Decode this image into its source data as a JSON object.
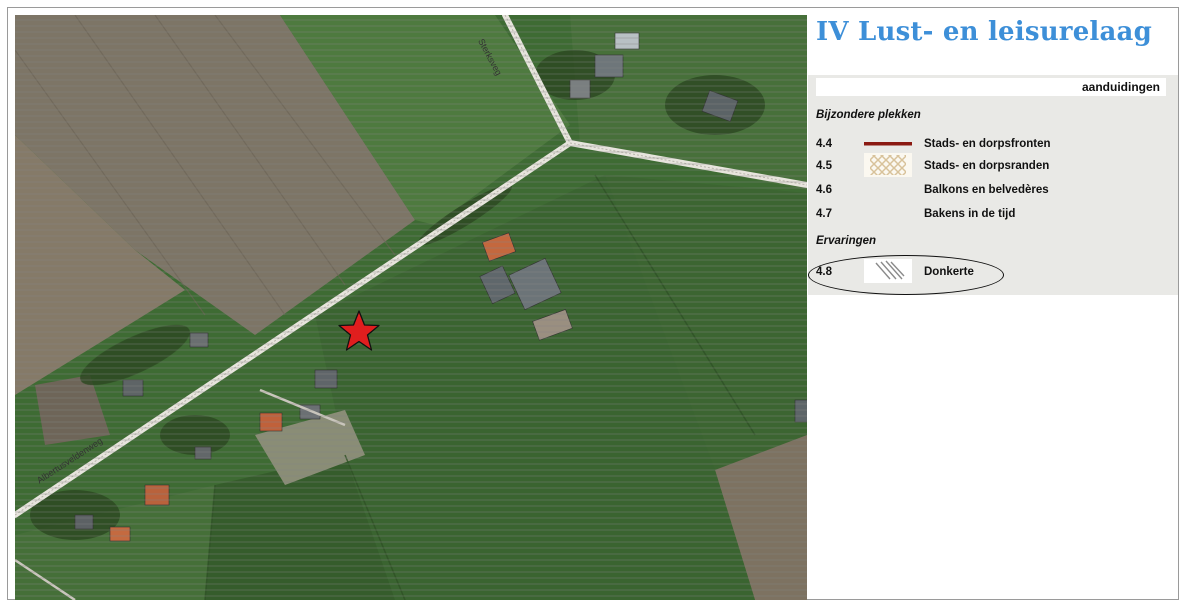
{
  "map": {
    "roads": [
      "Sterksveg",
      "Albertusveldenweg"
    ],
    "marker": "red-star",
    "overlay": "donkerte-hatch"
  },
  "legend": {
    "title": "IV Lust- en leisurelaag",
    "header": "aanduidingen",
    "sections": [
      {
        "heading": "Bijzondere plekken",
        "items": [
          {
            "code": "4.4",
            "label": "Stads- en dorpsfronten",
            "symbol": "dark-red-line"
          },
          {
            "code": "4.5",
            "label": "Stads- en dorpsranden",
            "symbol": "beige-crosshatch"
          },
          {
            "code": "4.6",
            "label": "Balkons en belvedères",
            "symbol": "none"
          },
          {
            "code": "4.7",
            "label": "Bakens in de tijd",
            "symbol": "none"
          }
        ]
      },
      {
        "heading": "Ervaringen",
        "items": [
          {
            "code": "4.8",
            "label": "Donkerte",
            "symbol": "grey-diagonal-hatch"
          }
        ]
      }
    ]
  },
  "colors": {
    "title": "#3d8fd8",
    "marker": "#e01e1e",
    "front_line": "#8b1a12",
    "rand_hatch": "#d8c29a"
  }
}
